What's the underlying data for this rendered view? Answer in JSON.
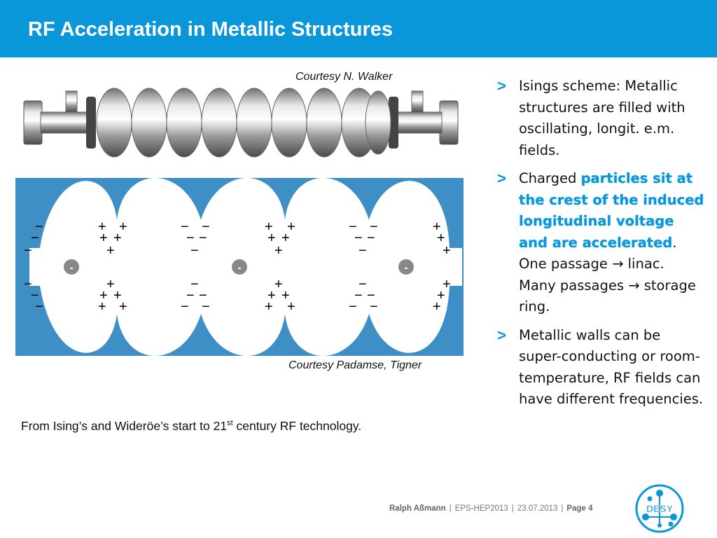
{
  "title": "RF Acceleration in Metallic Structures",
  "credits": {
    "top": "Courtesy N. Walker",
    "bottom": "Courtesy Padamse, Tigner"
  },
  "caption": {
    "before": "From Ising’s and Wideröe’s start to 21",
    "sup": "st",
    "after": " century RF technology."
  },
  "bullets": {
    "arrow": ">",
    "b1": "Isings scheme: Metallic structures are filled with oscillating, longit. e.m. fields.",
    "b2_pre": "Charged ",
    "b2_hl": "particles sit at the crest of the induced longitudinal voltage and are accelerated",
    "b2_post1": ". One passage ",
    "b2_mid": " linac. Many passages ",
    "b2_end": " storage ring.",
    "right_arrow": "→",
    "b3": "Metallic walls can be super-conducting or room-temperature, RF fields can have different frequencies."
  },
  "diagram": {
    "minus": "−",
    "plus": "+",
    "particle_label": "-"
  },
  "footer": {
    "author": "Ralph Aßmann",
    "sep": "|",
    "conference": "EPS-HEP2013",
    "date": "23.07.2013",
    "page_label": "Page",
    "page_number": "4"
  },
  "logo": {
    "text": "DESY"
  },
  "colors": {
    "accent": "#0a97d9",
    "field_blue": "#3d8fc6"
  }
}
